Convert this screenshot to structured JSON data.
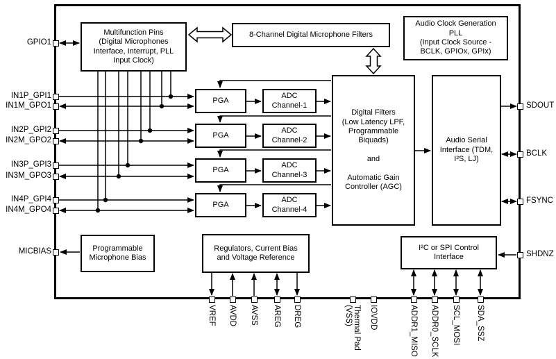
{
  "figure": {
    "blocks": {
      "multifunction": "Multifunction Pins\n(Digital Microphones\nInterface, Interrupt, PLL\nInput Clock)",
      "dmic_filters": "8-Channel Digital Microphone Filters",
      "pll": "Audio Clock Generation\nPLL\n(Input Clock Source -\nBCLK, GPIOx, GPIx)",
      "pga": "PGA",
      "adc1": "ADC\nChannel-1",
      "adc2": "ADC\nChannel-2",
      "adc3": "ADC\nChannel-3",
      "adc4": "ADC\nChannel-4",
      "digital_filters": "Digital Filters\n(Low Latency LPF,\nProgrammable\nBiquads)\n\nand\n\nAutomatic Gain\nController (AGC)",
      "asi": "Audio Serial\nInterface (TDM,\nI²S, LJ)",
      "mic_bias": "Programmable\nMicrophone Bias",
      "regulators": "Regulators, Current Bias\nand Voltage Reference",
      "i2c_spi": "I²C or SPI Control\nInterface"
    },
    "pins": {
      "gpio1": "GPIO1",
      "in1p": "IN1P_GPI1",
      "in1m": "IN1M_GPO1",
      "in2p": "IN2P_GPI2",
      "in2m": "IN2M_GPO2",
      "in3p": "IN3P_GPI3",
      "in3m": "IN3M_GPO3",
      "in4p": "IN4P_GPI4",
      "in4m": "IN4M_GPO4",
      "micbias": "MICBIAS",
      "sdout": "SDOUT",
      "bclk": "BCLK",
      "fsync": "FSYNC",
      "shdnz": "SHDNZ",
      "vref": "VREF",
      "avdd": "AVDD",
      "avss": "AVSS",
      "areg": "AREG",
      "dreg": "DREG",
      "thermal": "Thermal Pad\n(VSS)",
      "iovdd": "IOVDD",
      "addr1": "ADDR1_MISO",
      "addr0": "ADDR0_SCLK",
      "scl": "SCL_MOSI",
      "sda": "SDA_SSZ"
    },
    "colors": {
      "line": "#000000",
      "background": "#ffffff"
    }
  }
}
